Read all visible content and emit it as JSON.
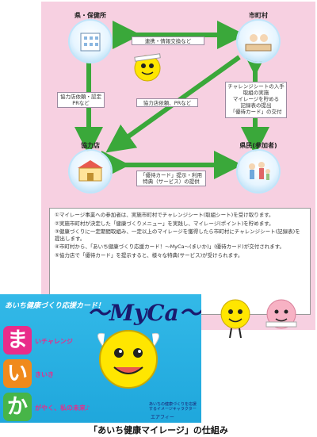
{
  "nodes": {
    "prefecture": {
      "label": "県・保健所"
    },
    "municipality": {
      "label": "市町村"
    },
    "store": {
      "label": "協力店"
    },
    "citizen": {
      "label": "県民(参加者)"
    }
  },
  "arrow_labels": {
    "coordination": "連携・情報交換など",
    "pref_to_store": [
      "協力店依頼・認定",
      "PRなど"
    ],
    "muni_to_store": "協力店依頼、PRなど",
    "muni_to_citizen": [
      "チャレンジシートの入手",
      "取組の実施",
      "マイレージを貯める",
      "記録表の提出",
      "「優待カード」の交付"
    ],
    "store_citizen": [
      "「優待カード」提示・利用",
      "特典（サービス）の提供"
    ]
  },
  "info_items": [
    "①マイレージ事業への参加者は、実施市町村でチャレンジシート(取組シート)を受け取ります。",
    "②実施市町村が決定した「健康づくりメニュー」を実践し、マイレージ(ポイント)を貯めます。",
    "③健康づくりに一定期間取組み、一定以上のマイレージを獲得したら市町村にチャレンジシート(記録表)を提出します。",
    "④市町村から、「あいち健康づくり応援カード！～MyCa～(まいか)」(優待カード)が交付されます。",
    "⑤協力店で「優待カード」を提示すると、様々な特典(サービス)が受けられます。"
  ],
  "card": {
    "title": "あいち健康づくり応援カード！",
    "myca": "～MyCa～",
    "kana": [
      "ま",
      "い",
      "か"
    ],
    "kana_sub": [
      "いチャレンジ",
      "きいき",
      "がやく、私の未来♪"
    ],
    "mascot_note": "あいちの健康づくりを応援するイメージキャラクター",
    "mascot_name": "エアフィー"
  },
  "caption": "「あいち健康マイレージ」の仕組み",
  "colors": {
    "panel": "#f7d0e1",
    "arrow": "#3aa83a",
    "card_bg": "#29b1e2",
    "kana_ma": "#e92c8a",
    "kana_i": "#f08a1c",
    "kana_ka": "#47b548"
  }
}
